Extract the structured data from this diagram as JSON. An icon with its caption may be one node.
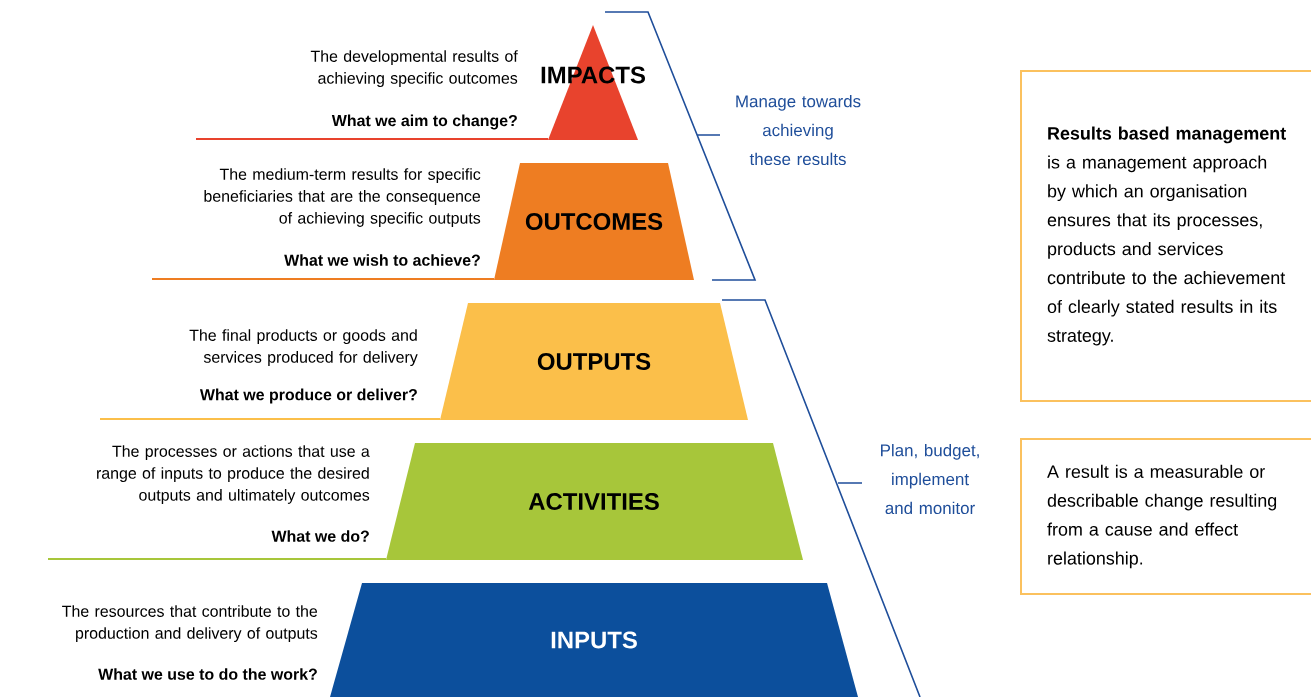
{
  "diagram": {
    "nodes": [
      {
        "text": [
          "IMPACTS"
        ],
        "beside": [
          "The developmental results of achieving specific outcomes",
          "What we aim to change?"
        ]
      },
      {
        "text": [
          "OUTCOMES"
        ],
        "beside": [
          "The medium-term results for specific beneficiaries that are the consequence of achieving specific outputs",
          "What we wish to achieve?"
        ]
      },
      {
        "text": [
          "OUTPUTS"
        ],
        "beside": [
          "The final products or goods and services produced for delivery",
          "What we produce or deliver?"
        ]
      },
      {
        "text": [
          "ACTIVITIES"
        ],
        "beside": [
          "The processes or actions that use a range of inputs to produce the desired outputs and ultimately outcomes",
          "What we do?"
        ]
      },
      {
        "text": [
          "INPUTS"
        ],
        "beside": [
          "The resources that contribute to the production and delivery of outputs",
          "What we use to do the work?"
        ]
      },
      {
        "text": [
          "**Results based management** is a management approach by which an organisation ensures that its processes, products and services contribute to the achievement of clearly stated results in its strategy."
        ]
      },
      {
        "text": [
          "A result is a measurable or describable change resulting from a cause and effect relationship."
        ]
      }
    ],
    "labels": [
      "Manage towards achieving these results",
      "Plan, budget, implement and monitor"
    ]
  }
}
